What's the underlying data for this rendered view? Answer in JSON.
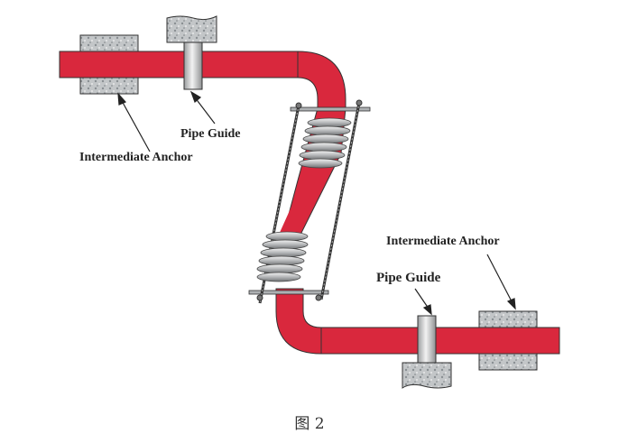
{
  "figure": {
    "caption": "图 2",
    "labels": {
      "top_pipe_guide": "Pipe Guide",
      "top_anchor": "Intermediate Anchor",
      "bottom_anchor": "Intermediate Anchor",
      "bottom_pipe_guide": "Pipe Guide"
    },
    "colors": {
      "pipe": "#d9283d",
      "concrete": "#b8bcbf",
      "guide": "#d9dadb",
      "bellows": "#c8c9ca",
      "outline": "#222222"
    }
  }
}
